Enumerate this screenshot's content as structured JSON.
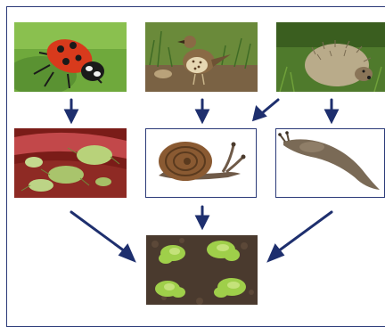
{
  "diagram": {
    "kind": "food-web",
    "nodes": [
      {
        "id": "ladybird",
        "icon": "ladybird-photo",
        "row": "predators"
      },
      {
        "id": "thrush",
        "icon": "thrush-photo",
        "row": "predators"
      },
      {
        "id": "hedgehog",
        "icon": "hedgehog-photo",
        "row": "predators"
      },
      {
        "id": "aphids",
        "icon": "aphids-photo",
        "row": "herbivores"
      },
      {
        "id": "snail",
        "icon": "snail-drawing",
        "row": "herbivores"
      },
      {
        "id": "slug",
        "icon": "slug-drawing",
        "row": "herbivores"
      },
      {
        "id": "lettuce",
        "icon": "lettuce-photo",
        "row": "producers"
      }
    ],
    "edges": [
      {
        "from": "ladybird",
        "to": "aphids"
      },
      {
        "from": "thrush",
        "to": "snail"
      },
      {
        "from": "hedgehog",
        "to": "snail"
      },
      {
        "from": "hedgehog",
        "to": "slug"
      },
      {
        "from": "aphids",
        "to": "lettuce"
      },
      {
        "from": "snail",
        "to": "lettuce"
      },
      {
        "from": "slug",
        "to": "lettuce"
      }
    ],
    "colors": {
      "arrow": "#1e2f6e",
      "frame": "#2b3a78"
    }
  }
}
